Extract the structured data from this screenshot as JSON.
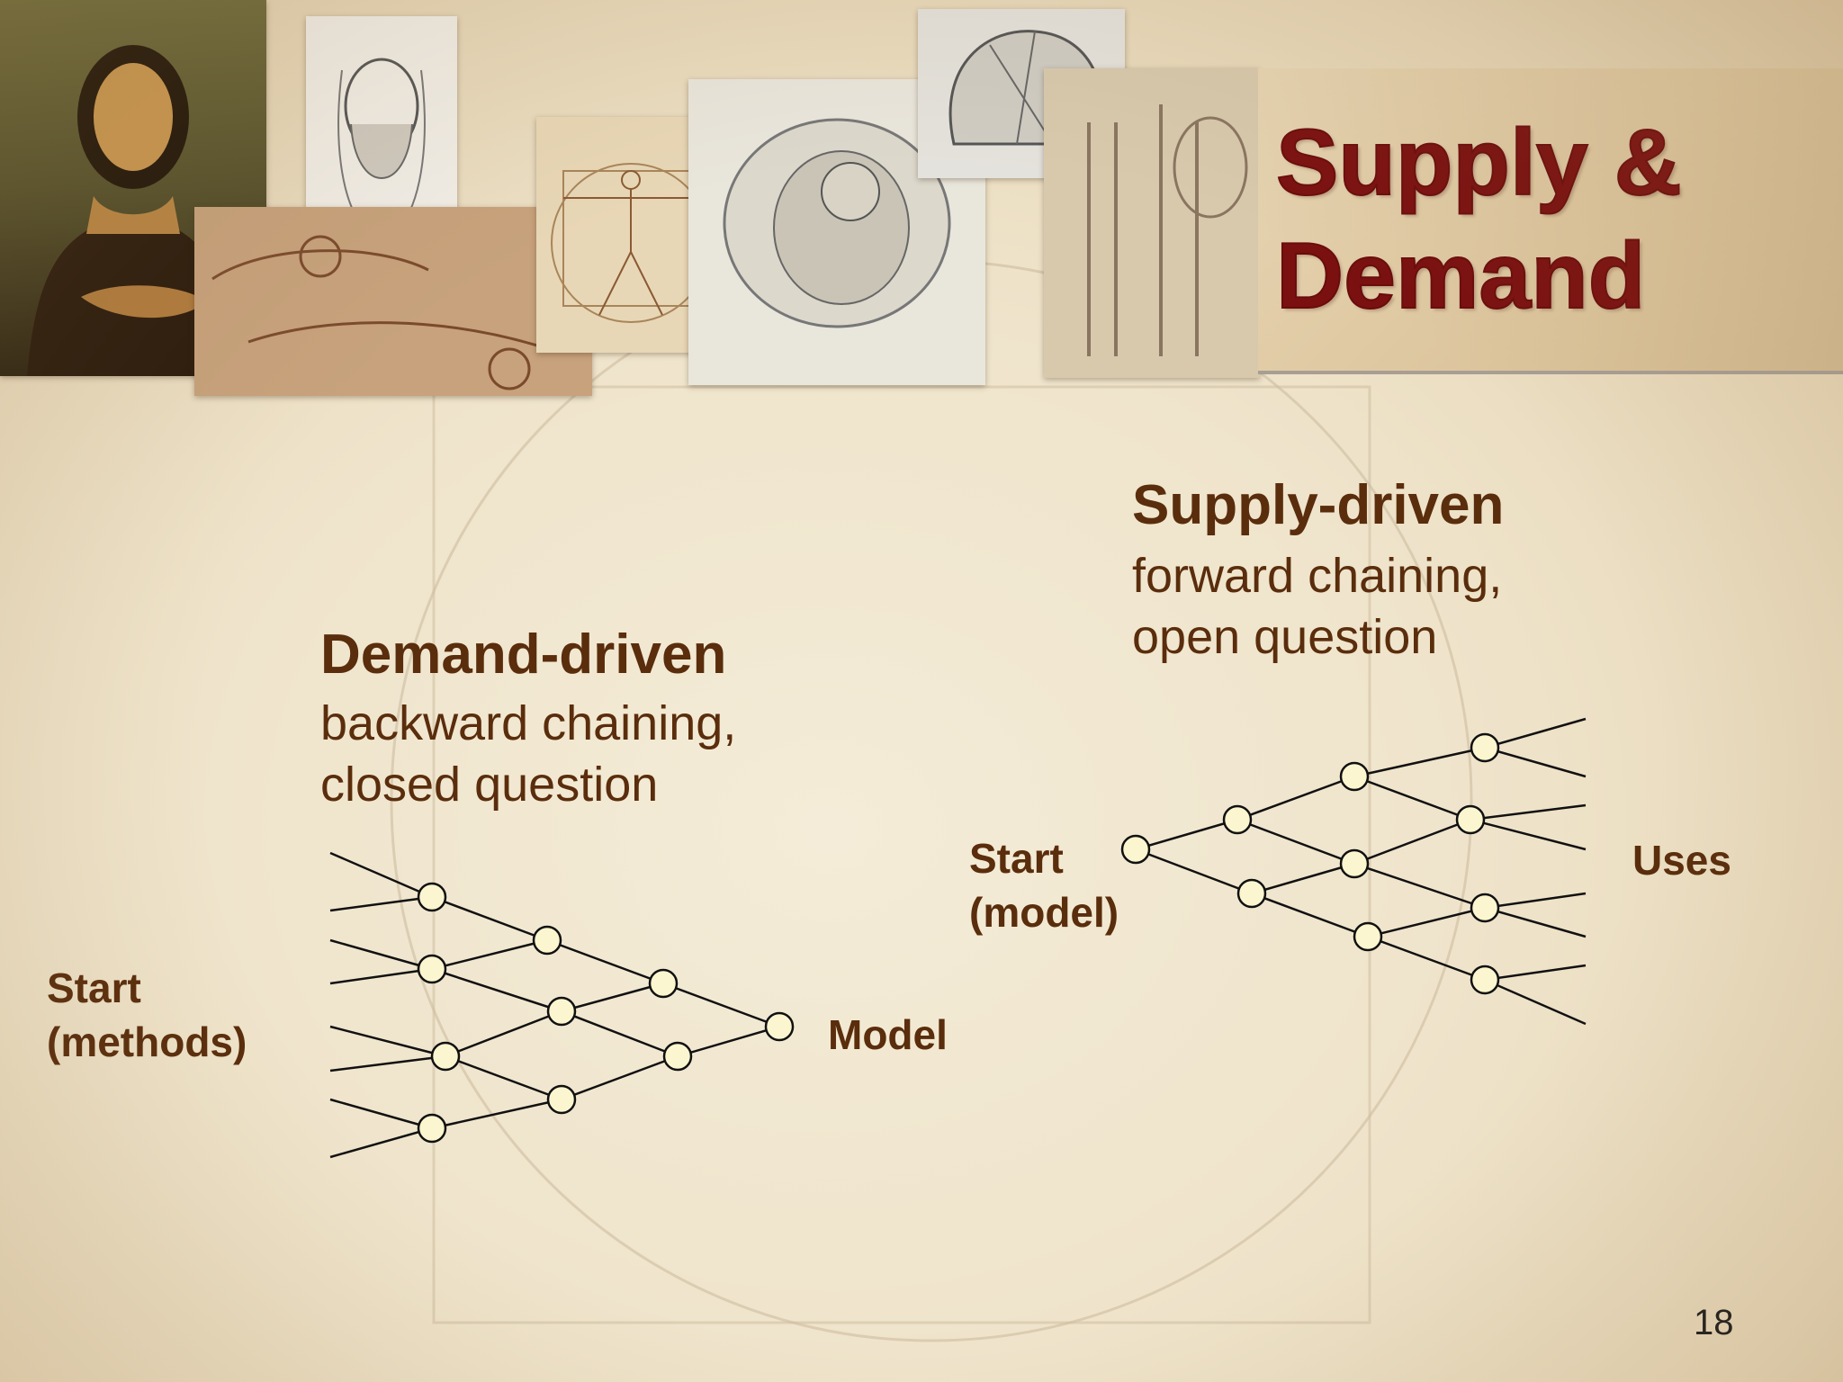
{
  "title_line1": "Supply &",
  "title_line2": "Demand",
  "demand": {
    "heading": "Demand-driven",
    "line1": "backward chaining,",
    "line2": "closed question",
    "start_line1": "Start",
    "start_line2": "(methods)",
    "end_label": "Model"
  },
  "supply": {
    "heading": "Supply-driven",
    "line1": "forward  chaining,",
    "line2": "open question",
    "start_line1": "Start",
    "start_line2": "(model)",
    "end_label": "Uses"
  },
  "slide_number": "18",
  "colors": {
    "title": "#7a1010",
    "text": "#5a2d0c",
    "node_fill": "#fbf6cf",
    "line": "#111111"
  }
}
